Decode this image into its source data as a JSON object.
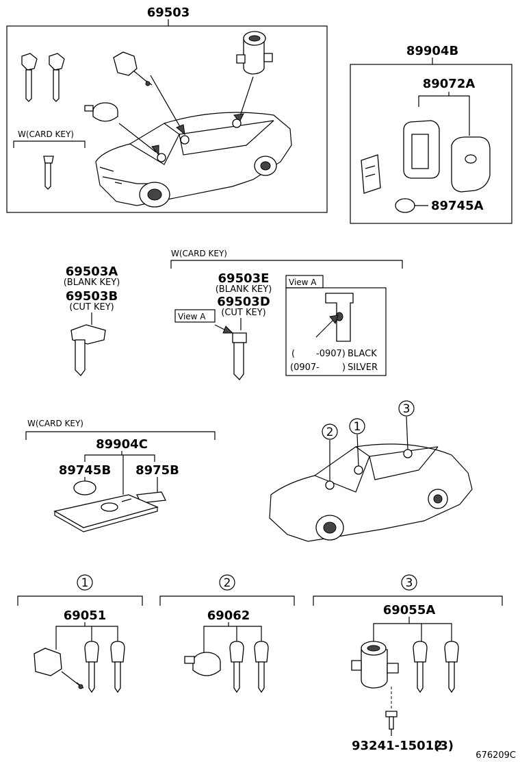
{
  "top_assembly": {
    "part_no": "69503",
    "card_key_label": "W(CARD KEY)"
  },
  "smart_key": {
    "part_no": "89904B",
    "case_part_no": "89072A",
    "battery_part_no": "89745A"
  },
  "blank_key_a": {
    "part_no": "69503A",
    "blank_label": "(BLANK KEY)",
    "cut_part_no": "69503B",
    "cut_label": "(CUT KEY)"
  },
  "card_key_section": {
    "label": "W(CARD KEY)",
    "blank_part_no": "69503E",
    "blank_label": "(BLANK KEY)",
    "cut_part_no": "69503D",
    "cut_label": "(CUT KEY)",
    "view_tag": "View A"
  },
  "view_a_box": {
    "title": "View A",
    "row1_left": "(",
    "row1_range": "-0907)",
    "row1_color": "BLACK",
    "row2_range": "(0907-",
    "row2_end": ")",
    "row2_color": "SILVER"
  },
  "card_key_bottom": {
    "label": "W(CARD KEY)",
    "part_no": "89904C",
    "battery_part_no": "89745B",
    "case_part_no": "8975B"
  },
  "locations": {
    "loc1": "1",
    "loc2": "2",
    "loc3": "3"
  },
  "set1": {
    "circle": "1",
    "part_no": "69051"
  },
  "set2": {
    "circle": "2",
    "part_no": "69062"
  },
  "set3": {
    "circle": "3",
    "part_no": "69055A",
    "bolt_part_no": "93241-15012",
    "bolt_qty": "(3)"
  },
  "diagram_code": "676209C"
}
